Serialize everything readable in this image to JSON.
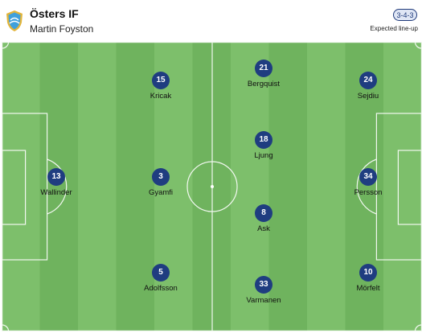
{
  "header": {
    "team_name": "Östers IF",
    "coach": "Martin Foyston",
    "formation": "3-4-3",
    "lineup_label": "Expected line-up"
  },
  "colors": {
    "pitch_light": "#7dbf6b",
    "pitch_dark": "#6fb35e",
    "badge": "#1f3d80",
    "logo_blue": "#3fa0dc",
    "logo_gold": "#e3b53a"
  },
  "players": [
    {
      "number": "13",
      "name": "Wallinder"
    },
    {
      "number": "15",
      "name": "Kricak"
    },
    {
      "number": "3",
      "name": "Gyamfi"
    },
    {
      "number": "5",
      "name": "Adolfsson"
    },
    {
      "number": "21",
      "name": "Bergquist"
    },
    {
      "number": "18",
      "name": "Ljung"
    },
    {
      "number": "8",
      "name": "Ask"
    },
    {
      "number": "33",
      "name": "Varmanen"
    },
    {
      "number": "24",
      "name": "Sejdiu"
    },
    {
      "number": "34",
      "name": "Persson"
    },
    {
      "number": "10",
      "name": "Mörfelt"
    }
  ]
}
